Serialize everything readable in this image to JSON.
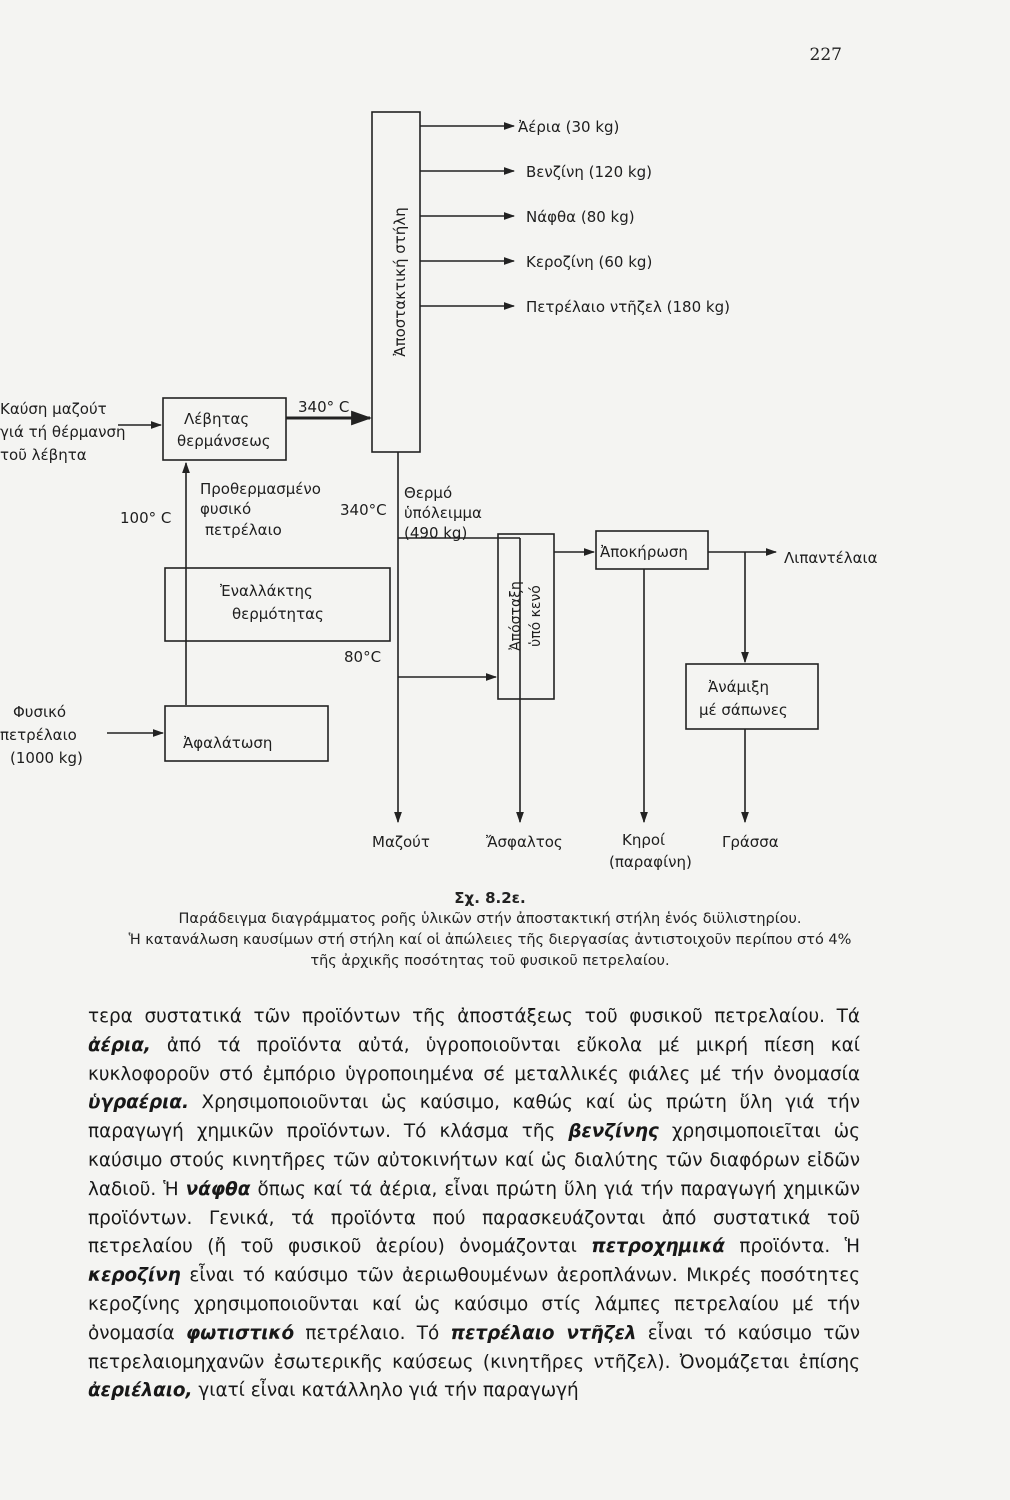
{
  "page_number": "227",
  "diagram": {
    "column_label": "Ἀποστακτική στήλη",
    "outputs": [
      "Ἀέρια (30 kg)",
      "Βενζίνη (120 kg)",
      "Νάφθα (80 kg)",
      "Κεροζίνη (60 kg)",
      "Πετρέλαιο ντῆζελ (180 kg)"
    ],
    "boiler_fuel": [
      "Καύση μαζούτ",
      "γιά τή θέρμανση",
      "τοῦ λέβητα"
    ],
    "boiler": [
      "Λέβητας",
      "θερμάνσεως"
    ],
    "temp_340_top": "340° C",
    "preheated": [
      "Προθερμασμένο",
      "φυσικό",
      "πετρέλαιο"
    ],
    "temp_100": "100° C",
    "temp_340_mid": "340°C",
    "residue": [
      "Θερμό",
      "ὑπόλειμμα",
      "(490 kg)"
    ],
    "exchanger": [
      "Ἐναλλάκτης",
      "θερμότητας"
    ],
    "temp_80": "80°C",
    "crude": [
      "Φυσικό",
      "πετρέλαιο",
      "(1000 kg)"
    ],
    "desalting": "Ἀφαλάτωση",
    "vacuum_column": [
      "Ἀπόσταξη",
      "ὑπό κενό"
    ],
    "dewaxing": "Ἀποκήρωση",
    "lubricants": "Λιπαντέλαια",
    "mixing": [
      "Ἀνάμιξη",
      "μέ σάπωνες"
    ],
    "bottom_labels": {
      "fuel_oil": "Μαζούτ",
      "asphalt": "Ἄσφαλτος",
      "waxes": [
        "Κηροί",
        "(παραφίνη)"
      ],
      "grease": "Γράσσα"
    }
  },
  "caption": {
    "number": "Σχ. 8.2ε.",
    "line1": "Παράδειγμα διαγράμματος ροῆς ὑλικῶν στήν ἀποστακτική στήλη ἑνός διϋλιστηρίου.",
    "line2": "Ἡ κατανάλωση καυσίμων στή στήλη καί οἱ ἀπώλειες τῆς διεργασίας ἀντιστοιχοῦν περίπου στό 4%",
    "line3": "τῆς ἀρχικῆς ποσότητας τοῦ φυσικοῦ πετρελαίου."
  },
  "body": {
    "t1": "τερα συστατικά τῶν προϊόντων τῆς ἀποστάξεως τοῦ φυσικοῦ πετρελαίου. Τά ",
    "b1": "ἀέρια,",
    "t2": " ἀπό τά προϊόντα αὐτά, ὑγροποιοῦνται εὔκολα μέ μικρή πίεση καί κυκλοφοροῦν στό ἐμπόριο ὑγροποιημένα σέ μεταλλικές φιάλες μέ τήν ὀνομασία ",
    "b2": "ὑγραέρια.",
    "t3": " Χρησιμοποιοῦνται ὡς καύσιμο, καθώς καί ὡς πρώτη ὕλη γιά τήν παραγωγή χημικῶν προϊόντων. Τό κλάσμα τῆς ",
    "b3": "βενζίνης",
    "t4": " χρησιμοποιεῖται ὡς καύσιμο στούς κινητῆρες τῶν αὐτοκινήτων καί ὡς διαλύτης τῶν διαφόρων εἰδῶν λαδιοῦ. Ἡ ",
    "b4": "νάφθα",
    "t5": " ὅπως καί τά ἀέρια, εἶναι πρώτη ὕλη γιά τήν παραγωγή χημικῶν προϊόντων. Γενικά, τά προϊόντα πού παρασκευάζονται ἀπό συστατικά τοῦ πετρελαίου (ἤ τοῦ φυσικοῦ ἀερίου) ὀνομάζονται ",
    "b5": "πετροχημικά",
    "t6": " προϊόντα. Ἡ ",
    "b6": "κεροζίνη",
    "t7": " εἶναι τό καύσιμο τῶν ἀεριωθουμένων ἀεροπλάνων. Μικρές ποσότητες κεροζίνης χρησιμοποιοῦνται καί ὡς καύσιμο στίς λάμπες πετρελαίου μέ τήν ὀνομασία ",
    "b7": "φωτιστικό",
    "t8": " πετρέλαιο. Τό ",
    "b8": "πετρέλαιο ντῆζελ",
    "t9": " εἶναι τό καύσιμο τῶν πετρελαιομηχανῶν ἐσωτερικῆς καύσεως (κινητῆρες ντῆζελ). Ὀνομάζεται ἐπίσης ",
    "b9": "ἀεριέλαιο,",
    "t10": " γιατί εἶναι κατάλληλο γιά τήν παραγωγή"
  }
}
